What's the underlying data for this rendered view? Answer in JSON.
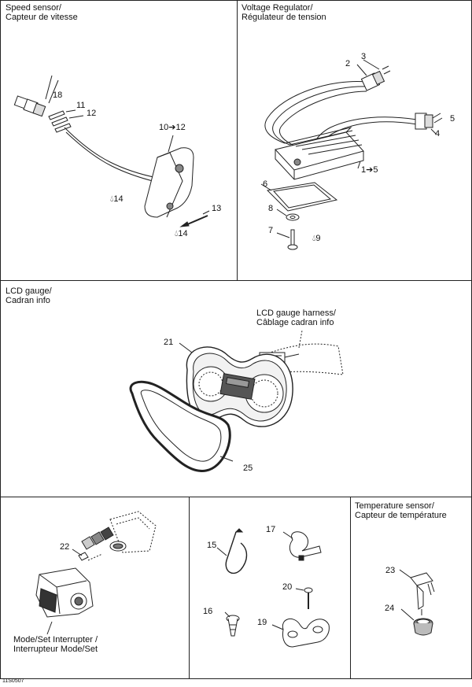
{
  "panels": {
    "speed_sensor": {
      "title_line1": "Speed sensor/",
      "title_line2": "Capteur de vitesse"
    },
    "voltage_regulator": {
      "title_line1": "Voltage Regulator/",
      "title_line2": "Régulateur de tension"
    },
    "lcd_gauge": {
      "title_line1": "LCD gauge/",
      "title_line2": "Cadran info",
      "harness_line1": "LCD gauge harness/",
      "harness_line2": "Câblage cadran info"
    },
    "mode_set": {
      "label_line1": "Mode/Set Interrupter /",
      "label_line2": "Interrupteur Mode/Set"
    },
    "temperature_sensor": {
      "title_line1": "Temperature sensor/",
      "title_line2": "Capteur de température"
    }
  },
  "callouts": {
    "c18": "18",
    "c11": "11",
    "c12": "12",
    "c10_12": "10➔12",
    "c14a": "14",
    "c13": "13",
    "c14b": "14",
    "c3": "3",
    "c2": "2",
    "c5": "5",
    "c4": "4",
    "c1_5": "1➔5",
    "c6": "6",
    "c8": "8",
    "c7": "7",
    "c9": "9",
    "c21": "21",
    "c25": "25",
    "c22": "22",
    "c15": "15",
    "c17": "17",
    "c20": "20",
    "c16": "16",
    "c19": "19",
    "c23": "23",
    "c24": "24"
  },
  "document_id": "11S0507"
}
